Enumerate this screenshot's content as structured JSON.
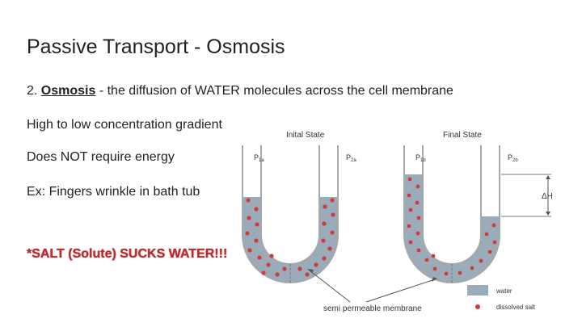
{
  "slide": {
    "title": "Passive Transport - Osmosis",
    "line1": {
      "prefix": "2. ",
      "term": "Osmosis",
      "rest": " - the diffusion of WATER molecules across the cell membrane"
    },
    "line2": "High to low concentration gradient",
    "line3": "Does NOT require energy",
    "line4": "Ex: Fingers wrinkle in bath tub",
    "callout": "*SALT (Solute) SUCKS WATER!!!"
  },
  "figure": {
    "initial_label": "Inital State",
    "final_label": "Final State",
    "p1a_main": "P",
    "p1a_sub": "1a",
    "p2a_main": "P",
    "p2a_sub": "2a",
    "p1b_main": "P",
    "p1b_sub": "1b",
    "p2b_main": "P",
    "p2b_sub": "2b",
    "delta_h": "ΔH",
    "membrane_label": "semi permeable membrane",
    "legend_water": "water",
    "legend_salt": "dissolved salt",
    "colors": {
      "water": "#9aabba",
      "salt": "#d23a3a",
      "wall": "#a8a8a8"
    }
  }
}
